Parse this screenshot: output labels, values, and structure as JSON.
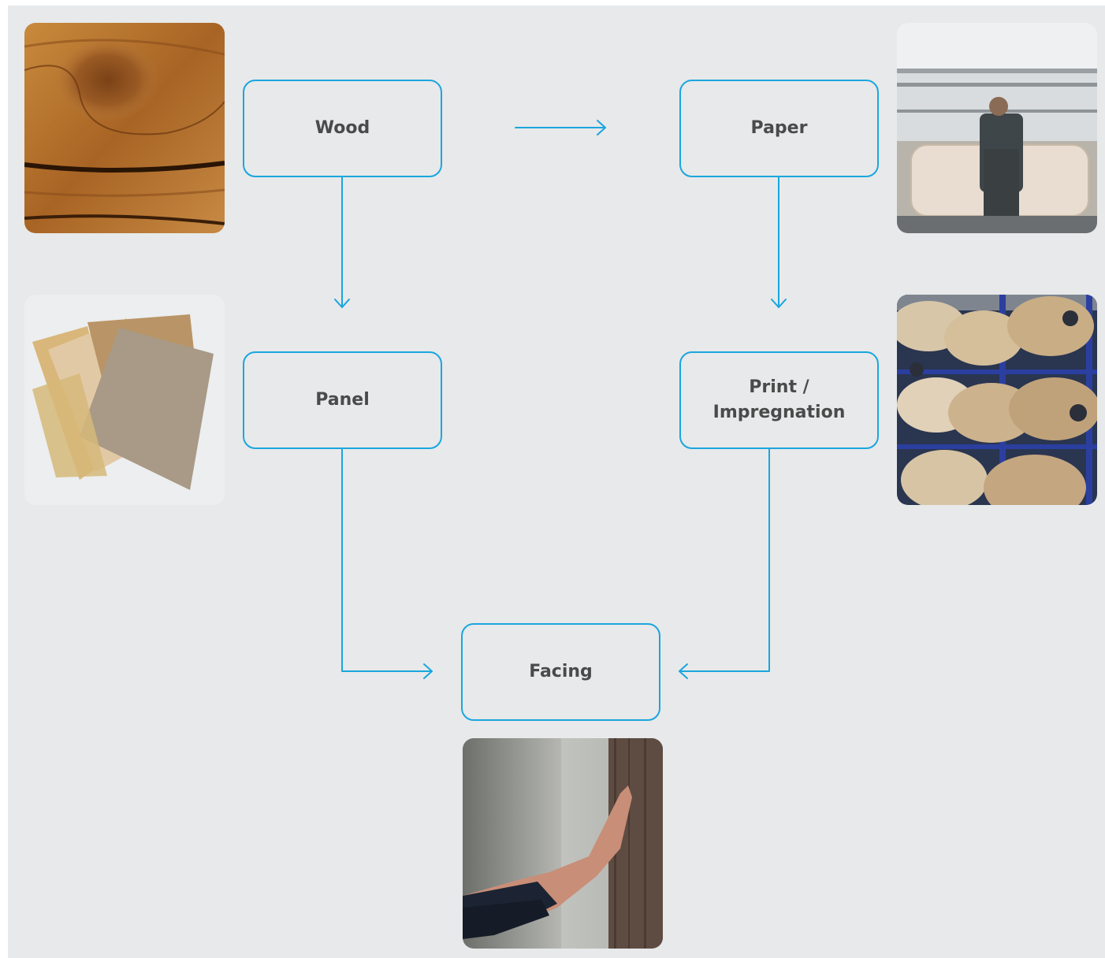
{
  "nodes": {
    "wood": "Wood",
    "paper": "Paper",
    "panel": "Panel",
    "print": "Print /\nImpregnation",
    "facing": "Facing"
  },
  "photos": {
    "wood": "wood-knot-photo",
    "paper": "paper-roll-machine-photo",
    "panel": "wood-panel-samples-photo",
    "print": "impregnated-paper-rolls-photo",
    "facing": "hand-touching-facing-photo"
  },
  "colors": {
    "accent": "#1aa6de",
    "background": "#e7e9ea",
    "text": "#4a4a4a"
  }
}
